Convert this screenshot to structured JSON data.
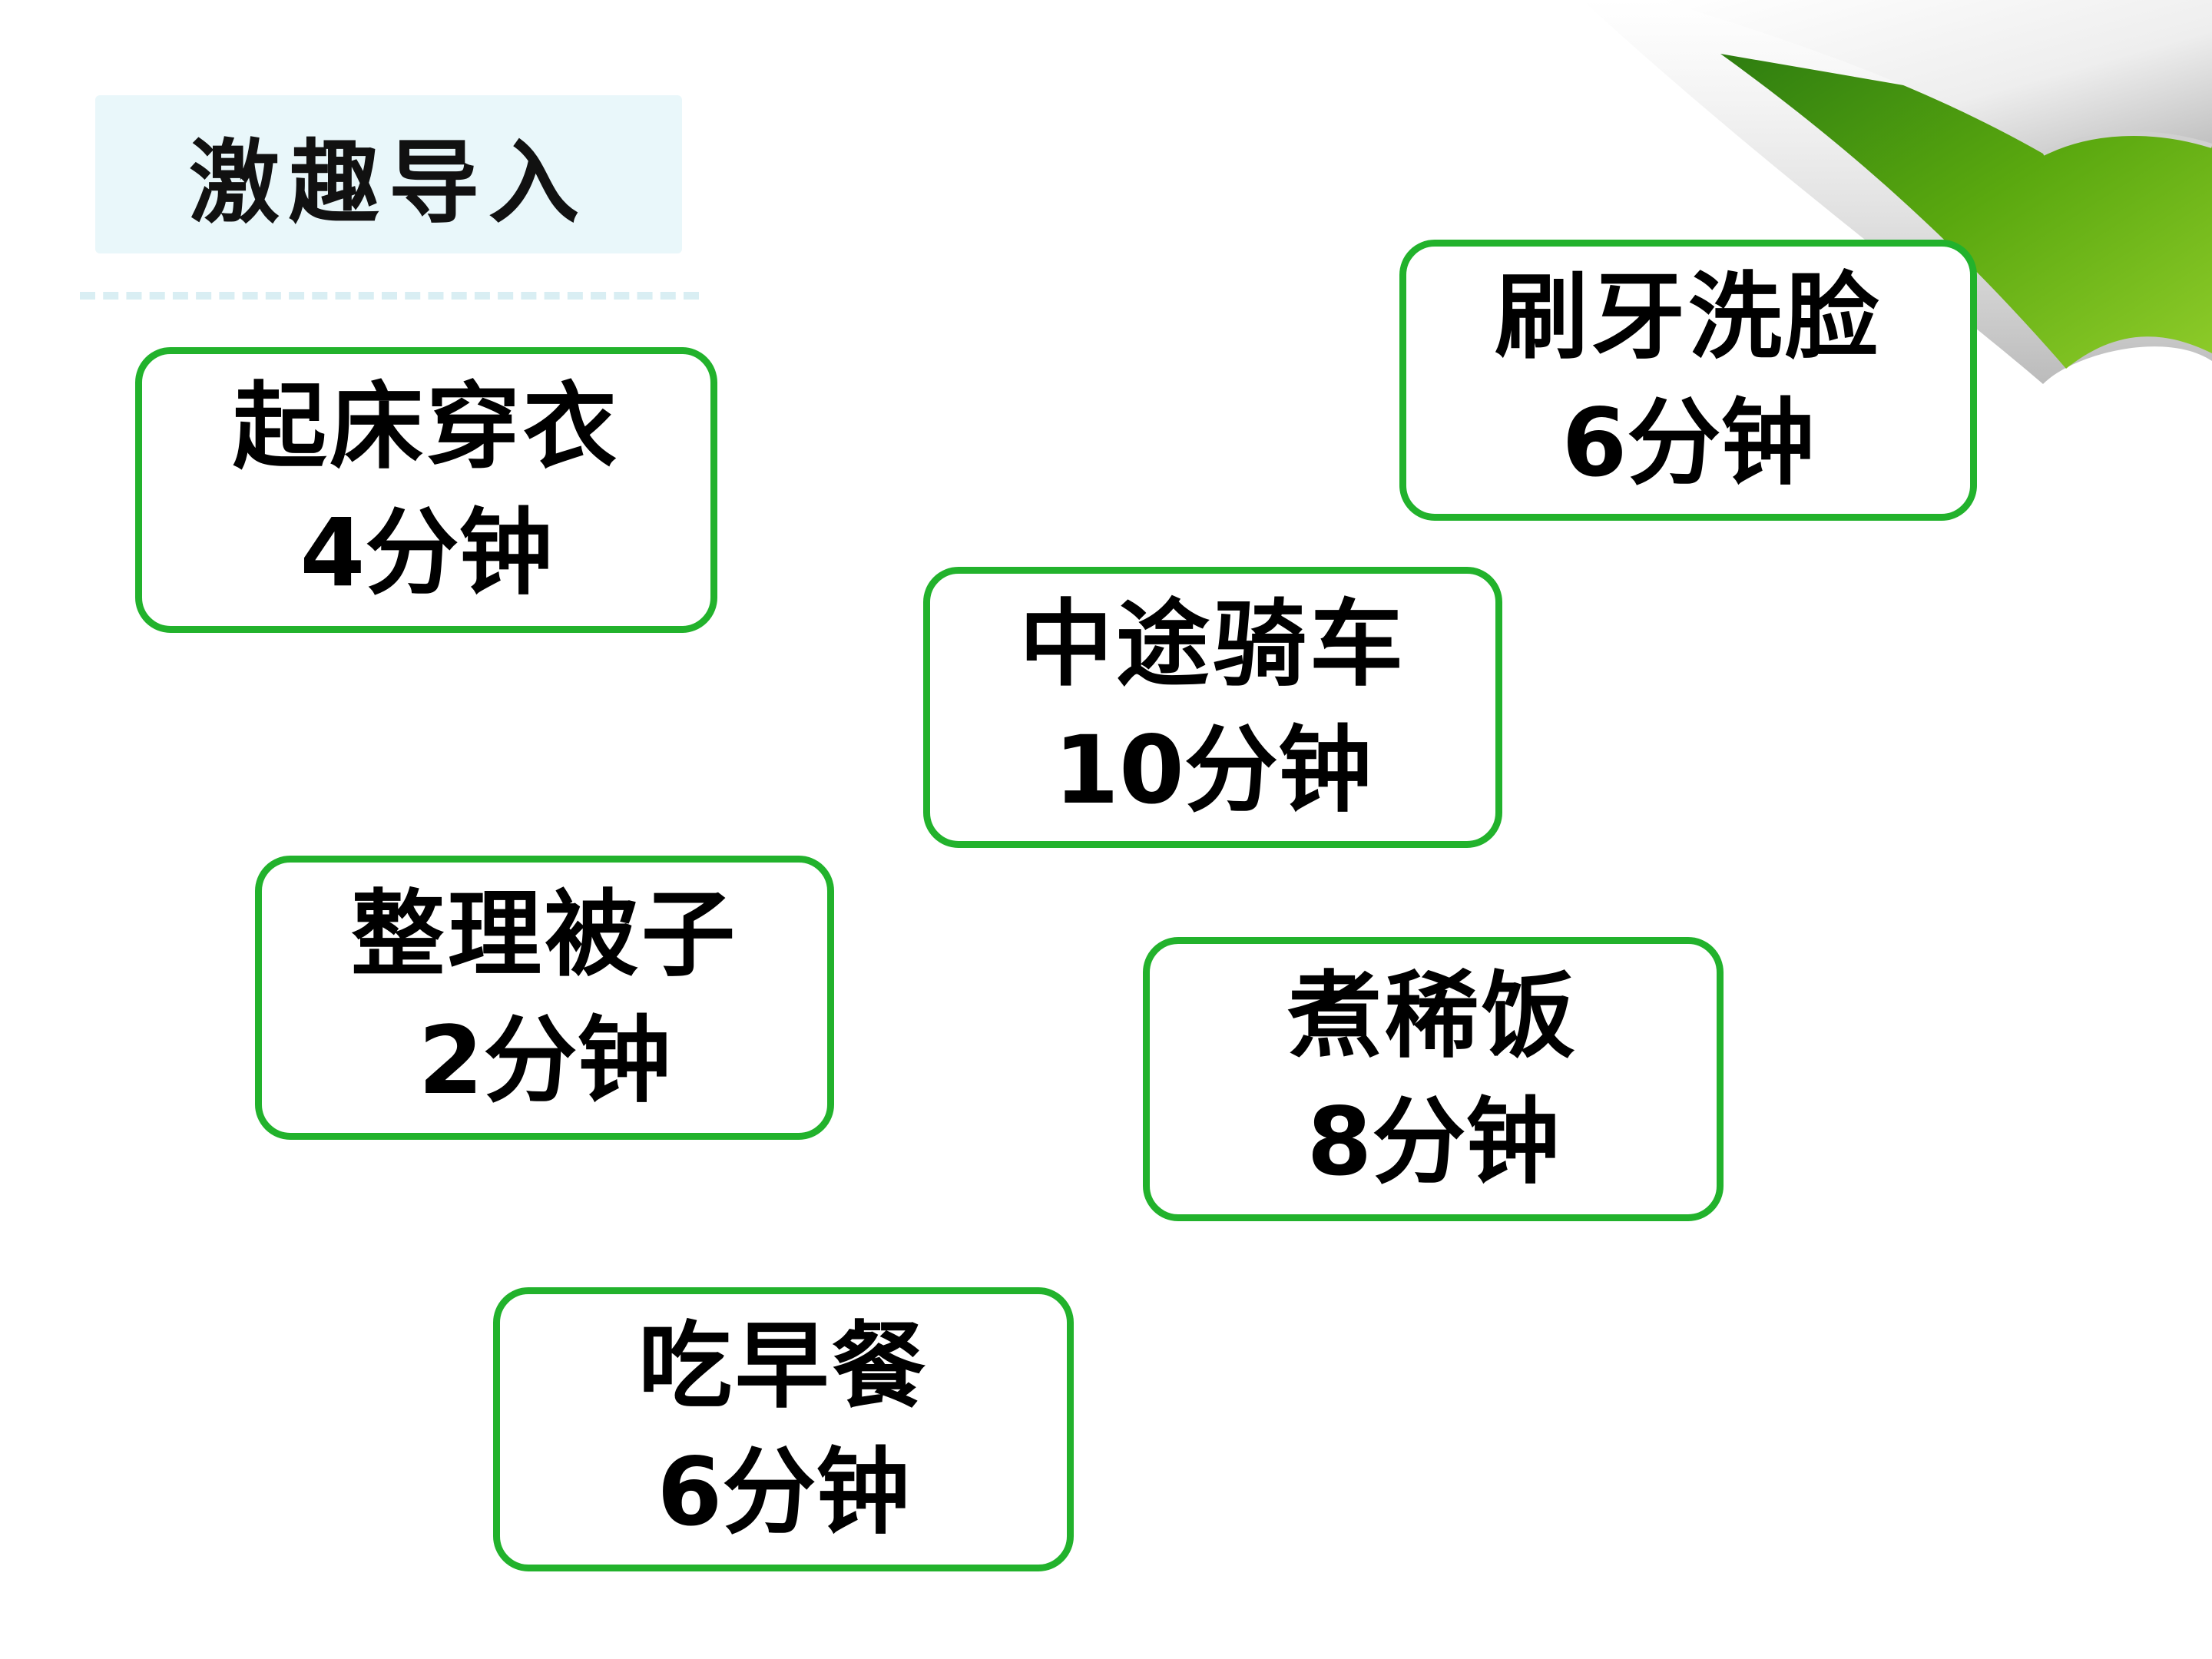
{
  "slide": {
    "title": "激趣导入"
  },
  "cards": [
    {
      "activity": "起床穿衣",
      "time": "4分钟"
    },
    {
      "activity": "刷牙洗脸",
      "time": "6分钟"
    },
    {
      "activity": "中途骑车",
      "time": "10分钟"
    },
    {
      "activity": "整理被子",
      "time": "2分钟"
    },
    {
      "activity": "煮稀饭",
      "time": "8分钟"
    },
    {
      "activity": "吃早餐",
      "time": "6分钟"
    }
  ],
  "colors": {
    "card_border": "#22b22c",
    "title_band": "#e9f7fa",
    "corner_green": "#5aa80f"
  }
}
